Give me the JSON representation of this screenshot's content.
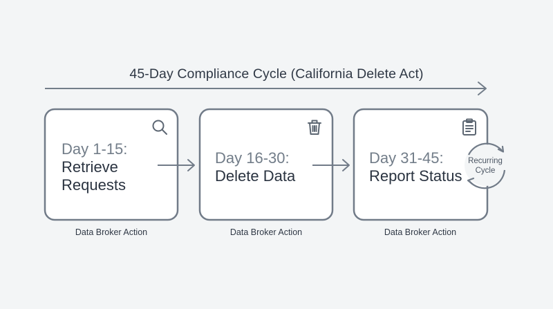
{
  "title": "45-Day Compliance Cycle (California Delete Act)",
  "stages": [
    {
      "day_range": "Day 1-15:",
      "action_line1": "Retrieve",
      "action_line2": "Requests",
      "caption": "Data Broker Action",
      "icon": "search-icon"
    },
    {
      "day_range": "Day 16-30:",
      "action_line1": "Delete Data",
      "action_line2": "",
      "caption": "Data Broker Action",
      "icon": "trash-icon"
    },
    {
      "day_range": "Day 31-45:",
      "action_line1": "Report Status",
      "action_line2": "",
      "caption": "Data Broker Action",
      "icon": "clipboard-icon"
    }
  ],
  "cycle": {
    "line1": "Recurring",
    "line2": "Cycle"
  },
  "colors": {
    "background": "#f3f5f6",
    "card_border": "#717b88",
    "card_fill": "#ffffff",
    "muted_text": "#727d89",
    "dark_text": "#2a3340"
  }
}
